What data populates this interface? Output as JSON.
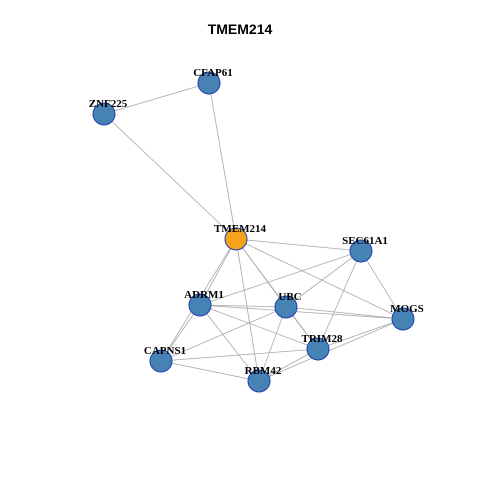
{
  "title": "TMEM214",
  "colors": {
    "hub_fill": "#f5a31a",
    "node_fill": "#4682b4",
    "node_stroke": "#1f3fb0",
    "edge": "#a9a9a9"
  },
  "nodes": [
    {
      "id": "TMEM214",
      "hub": true
    },
    {
      "id": "CFAP61",
      "hub": false
    },
    {
      "id": "ZNF225",
      "hub": false
    },
    {
      "id": "SEC61A1",
      "hub": false
    },
    {
      "id": "ADRM1",
      "hub": false
    },
    {
      "id": "UBC",
      "hub": false
    },
    {
      "id": "MOGS",
      "hub": false
    },
    {
      "id": "TRIM28",
      "hub": false
    },
    {
      "id": "CAPNS1",
      "hub": false
    },
    {
      "id": "RBM42",
      "hub": false
    }
  ],
  "edges": [
    [
      "ZNF225",
      "CFAP61"
    ],
    [
      "ZNF225",
      "TMEM214"
    ],
    [
      "CFAP61",
      "TMEM214"
    ],
    [
      "TMEM214",
      "SEC61A1"
    ],
    [
      "TMEM214",
      "ADRM1"
    ],
    [
      "TMEM214",
      "UBC"
    ],
    [
      "TMEM214",
      "MOGS"
    ],
    [
      "TMEM214",
      "TRIM28"
    ],
    [
      "TMEM214",
      "CAPNS1"
    ],
    [
      "TMEM214",
      "RBM42"
    ],
    [
      "SEC61A1",
      "ADRM1"
    ],
    [
      "SEC61A1",
      "UBC"
    ],
    [
      "SEC61A1",
      "MOGS"
    ],
    [
      "SEC61A1",
      "TRIM28"
    ],
    [
      "ADRM1",
      "UBC"
    ],
    [
      "ADRM1",
      "MOGS"
    ],
    [
      "ADRM1",
      "TRIM28"
    ],
    [
      "ADRM1",
      "CAPNS1"
    ],
    [
      "ADRM1",
      "RBM42"
    ],
    [
      "UBC",
      "MOGS"
    ],
    [
      "UBC",
      "TRIM28"
    ],
    [
      "UBC",
      "CAPNS1"
    ],
    [
      "UBC",
      "RBM42"
    ],
    [
      "MOGS",
      "TRIM28"
    ],
    [
      "MOGS",
      "RBM42"
    ],
    [
      "TRIM28",
      "CAPNS1"
    ],
    [
      "TRIM28",
      "RBM42"
    ],
    [
      "CAPNS1",
      "RBM42"
    ]
  ]
}
